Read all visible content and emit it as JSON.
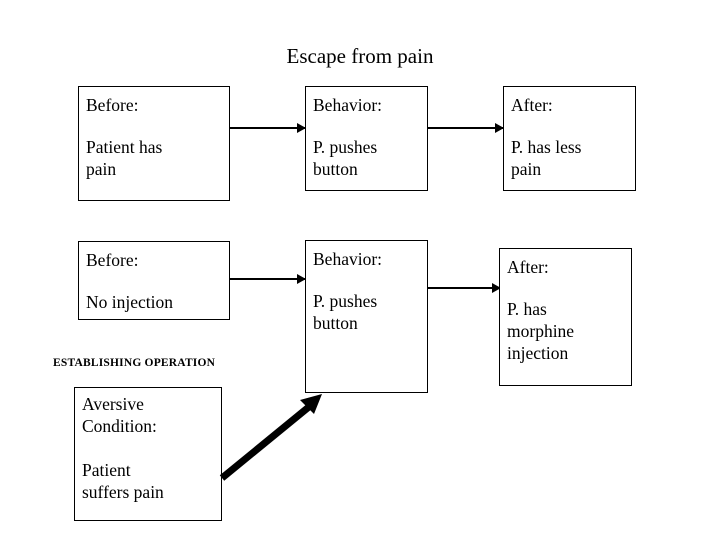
{
  "slide": {
    "title": "Escape from pain",
    "background_color": "#ffffff",
    "line_color": "#000000",
    "text_color": "#000000"
  },
  "rows": [
    {
      "name": "escape-contingency-row",
      "boxes": [
        {
          "name": "before-box-row1",
          "heading": "Before:",
          "body": "Patient has\npain"
        },
        {
          "name": "behavior-box-row1",
          "heading": "Behavior:",
          "body": "P. pushes\nbutton"
        },
        {
          "name": "after-box-row1",
          "heading": "After:",
          "body": "P. has less\npain"
        }
      ],
      "arrows": [
        {
          "name": "arrow-before-to-behavior-row1"
        },
        {
          "name": "arrow-behavior-to-after-row1"
        }
      ]
    },
    {
      "name": "avoidance-contingency-row",
      "boxes": [
        {
          "name": "before-box-row2",
          "heading": "Before:",
          "body": "No injection"
        },
        {
          "name": "behavior-box-row2",
          "heading": "Behavior:",
          "body": "P. pushes\nbutton"
        },
        {
          "name": "after-box-row2",
          "heading": "After:",
          "body": "P. has\nmorphine\ninjection"
        }
      ],
      "arrows": [
        {
          "name": "arrow-before-to-behavior-row2"
        },
        {
          "name": "arrow-behavior-to-after-row2"
        }
      ]
    }
  ],
  "establishing_operation": {
    "label": "ESTABLISHING OPERATION",
    "box": {
      "name": "aversive-condition-box",
      "heading": "Aversive\nCondition:",
      "body": "Patient\nsuffers pain"
    },
    "arrow_name": "arrow-eo-to-behavior-row2"
  }
}
